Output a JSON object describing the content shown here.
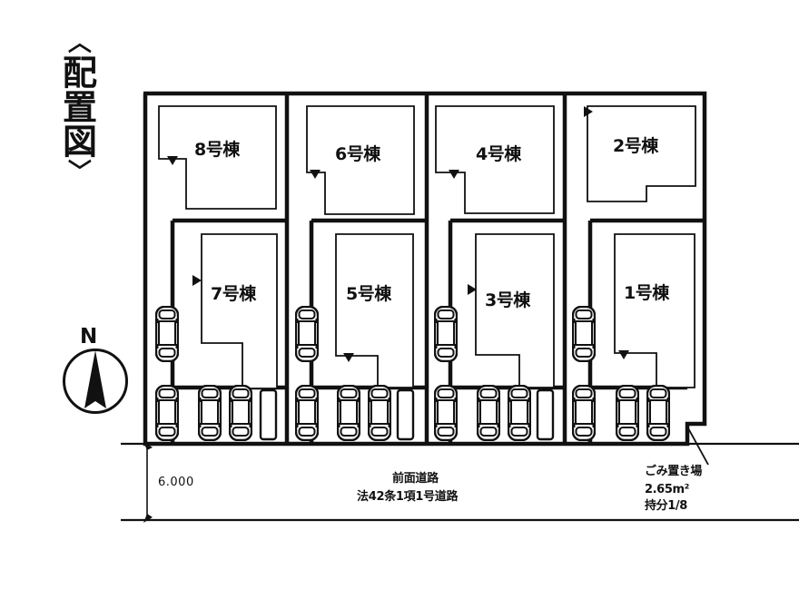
{
  "title": {
    "open_bracket": "〈",
    "text": "配置図",
    "close_bracket": "〉"
  },
  "compass": {
    "label": "N",
    "icon": "north-arrow-icon"
  },
  "plan": {
    "columns": [
      {
        "id": "col-1",
        "upper_building": "8号棟",
        "lower_building": "7号棟"
      },
      {
        "id": "col-2",
        "upper_building": "6号棟",
        "lower_building": "5号棟"
      },
      {
        "id": "col-3",
        "upper_building": "4号棟",
        "lower_building": "3号棟"
      },
      {
        "id": "col-4",
        "upper_building": "2号棟",
        "lower_building": "1号棟"
      }
    ]
  },
  "road": {
    "line1": "前面道路",
    "line2": "法42条1項1号道路",
    "width_dimension": "6.000"
  },
  "garbage_area": {
    "line1": "ごみ置き場",
    "line2": "2.65m²",
    "line3": "持分1/8"
  }
}
